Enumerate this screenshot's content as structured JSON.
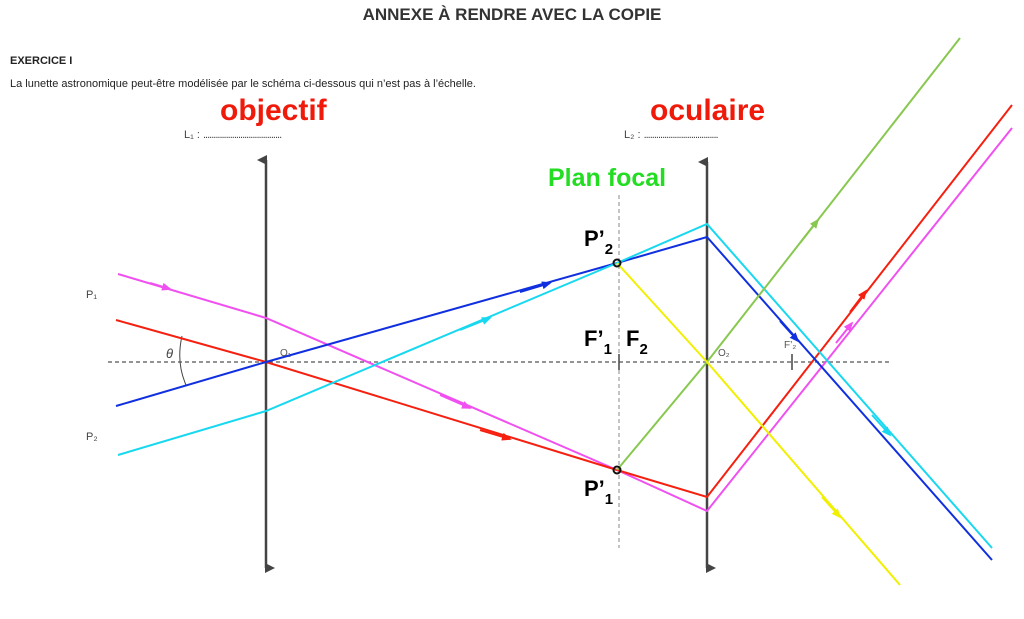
{
  "header": {
    "title": "ANNEXE À RENDRE AVEC LA COPIE",
    "exercise": "EXERCICE I",
    "description": "La lunette astronomique peut-être modélisée par le schéma ci-dessous qui n’est pas à l’échelle."
  },
  "lenses": {
    "l1_label": "L₁ : ",
    "l1_dots": "......................................",
    "l1_answer": "objectif",
    "l2_label": "L₂ : ",
    "l2_dots": "....................................",
    "l2_answer": "oculaire"
  },
  "annotations": {
    "focal_plane": "Plan focal",
    "p2_image": "P’",
    "p2_sub": "2",
    "p1_image": "P’",
    "p1_sub": "1",
    "f1_image": "F’",
    "f1_sub": "1",
    "f2": "F",
    "f2_sub": "2",
    "o1": "O₁",
    "o2": "O₂",
    "f2_prime": "F’₂",
    "p1": "P₁",
    "p2": "P₂",
    "theta": "θ"
  },
  "colors": {
    "magenta": "#f050f0",
    "red": "#f52010",
    "blue": "#1030e0",
    "cyan": "#18d8f0",
    "green": "#88c850",
    "yellow": "#f0f000",
    "lens": "#444444"
  }
}
